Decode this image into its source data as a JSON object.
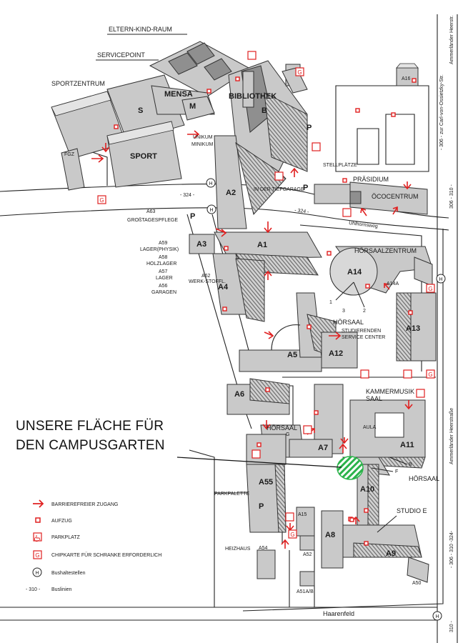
{
  "callout": {
    "line1": "UNSERE FLÄCHE FÜR",
    "line2": "DEN CAMPUSGARTEN"
  },
  "labels": {
    "eltern_kind_raum": "ELTERN-KIND-RAUM",
    "servicepoint": "SERVICEPOINT",
    "sportzentrum": "SPORTZENTRUM",
    "mensa": "MENSA",
    "bibliothek": "BIBLIOTHEK",
    "s": "S",
    "m": "M",
    "b": "B",
    "sport": "SPORT",
    "unikum": "UNIKUM",
    "minikum": "MINIKUM",
    "fgz": "FGZ",
    "stellplaetze": "STELLPLÄTZE",
    "in_der_tiefgarage": "IN DER TIEFGARAGE",
    "praesidium": "PRÄSIDIUM",
    "oeocentrum": "ÖCOCENTRUM",
    "a16": "A16",
    "uhlhornsweg": "Uhlhornsweg",
    "a2": "A2",
    "a63": "A63",
    "grosstagespflege": "GROßTAGESPFLEGE",
    "a59": "A59",
    "lager_physik": "LAGER(PHYSIK)",
    "a58": "A58",
    "holzlager": "HOLZLAGER",
    "a57": "A57",
    "lager": "LAGER",
    "a56": "A56",
    "garagen": "GARAGEN",
    "a3": "A3",
    "a1": "A1",
    "a4": "A4",
    "a62": "A62",
    "werkstoff": "WERK-STOFFL.",
    "hoersaalzentrum": "HÖRSAALZENTRUM",
    "a14": "A14",
    "a14a": "A14A",
    "hoersaal_1": "1",
    "hoersaal_3": "3",
    "hoersaal_2": "2",
    "hoersaal": "HÖRSAAL",
    "studierenden": "STUDIERENDEN",
    "service_center": "SERVICE CENTER",
    "a13": "A13",
    "a5": "A5",
    "a12": "A12",
    "a6": "A6",
    "kammermusik": "KAMMERMUSIK",
    "saal": "SAAL",
    "aula": "AULA",
    "a11": "A11",
    "hoersaal_g": "HÖRSAAL",
    "g": "G",
    "a7": "A7",
    "f": "F",
    "hoersaal_b": "HÖRSAAL",
    "b2": "B",
    "a55": "A55",
    "p_a55": "P",
    "parkpalette": "PARKPALETTE",
    "a10": "A10",
    "studio_e": "STUDIO E",
    "a15": "A15",
    "a8": "A8",
    "a9": "A9",
    "heizhaus": "HEIZHAUS",
    "a54": "A54",
    "a52": "A52",
    "a51ab": "A51A/B",
    "a50": "A50",
    "haarenfeld": "Haarenfeld",
    "road_324_a": "- 324 -",
    "road_324_b": "- 324 -",
    "ossietzky": "- 306 - zur Carl-von-Ossietzky-Str.",
    "ammerlaender_top": "Ammerländer Heerstr.",
    "ammerlaender_mid": "306 - 310 -",
    "ammerlaender_right": "Ammerländer Heerstraße",
    "ammerlaender_low": "- 306 - 310 -324-",
    "ammerlaender_bottom": "310 -",
    "p": "P",
    "h": "H",
    "g_sign": "G"
  },
  "legend": {
    "items": [
      {
        "icon": "red-arrow-icon",
        "text": "BARRIEREFREIER ZUGANG"
      },
      {
        "icon": "elevator-square-icon",
        "text": "AUFZUG"
      },
      {
        "icon": "wheelchair-parking-icon",
        "text": "PARKPLATZ"
      },
      {
        "icon": "chipcard-g-icon",
        "text": "CHIPKARTE FÜR SCHRANKE ERFORDERLICH"
      },
      {
        "icon": "bus-stop-h-icon",
        "text": "Bushaltestellen"
      },
      {
        "icon": "bus-line-icon",
        "text": "Buslinien"
      }
    ],
    "bus_line_symbol": "- 310 -",
    "h_symbol": "H",
    "g_symbol": "G"
  },
  "colors": {
    "accent_red": "#e02020",
    "garden_green": "#2bb34a",
    "building": "#c9c9c9"
  }
}
